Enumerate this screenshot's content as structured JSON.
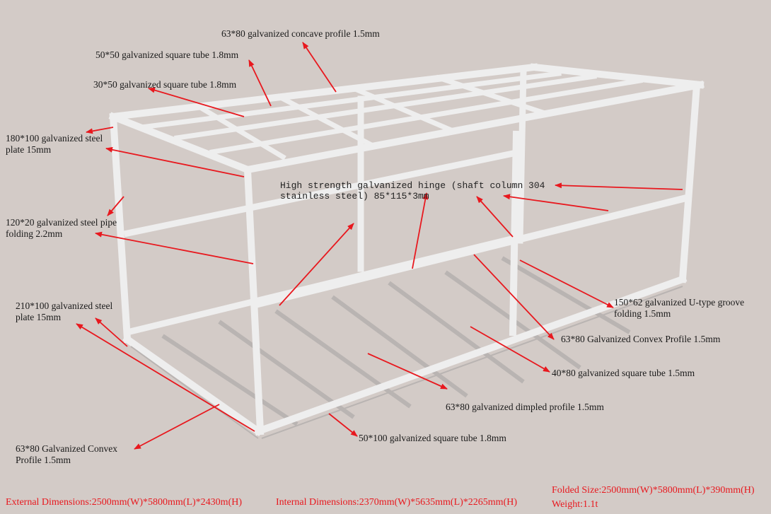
{
  "labels": {
    "concave_profile": "63*80 galvanized concave profile 1.5mm",
    "square_tube_50x50": "50*50 galvanized square tube 1.8mm",
    "square_tube_30x50": "30*50 galvanized square tube 1.8mm",
    "steel_plate_180_l1": "180*100 galvanized steel",
    "steel_plate_180_l2": "plate 15mm",
    "steel_pipe_l1": "120*20 galvanized steel pipe",
    "steel_pipe_l2": "folding 2.2mm",
    "hinge_l1": "High strength galvanized hinge (shaft column 304",
    "hinge_l2": "stainless steel) 85*115*3mm",
    "u_groove_l1": "150*62 galvanized U-type groove",
    "u_groove_l2": "folding 1.5mm",
    "convex_profile_right": "63*80 Galvanized Convex Profile 1.5mm",
    "square_tube_40x80": "40*80 galvanized square tube 1.5mm",
    "dimpled_profile": "63*80 galvanized dimpled profile 1.5mm",
    "square_tube_50x100": "50*100 galvanized square tube 1.8mm",
    "steel_plate_210_l1": "210*100 galvanized steel",
    "steel_plate_210_l2": "plate 15mm",
    "convex_profile_left_l1": "63*80 Galvanized Convex",
    "convex_profile_left_l2": "Profile 1.5mm"
  },
  "specs": {
    "external": "External Dimensions:2500mm(W)*5800mm(L)*2430m(H)",
    "internal": "Internal Dimensions:2370mm(W)*5635mm(L)*2265mm(H)",
    "folded": "Folded Size:2500mm(W)*5800mm(L)*390mm(H)",
    "weight": "Weight:1.1t"
  },
  "colors": {
    "background": "#d3cbc7",
    "arrow": "#e8181e",
    "frame": "#eeeeee"
  }
}
